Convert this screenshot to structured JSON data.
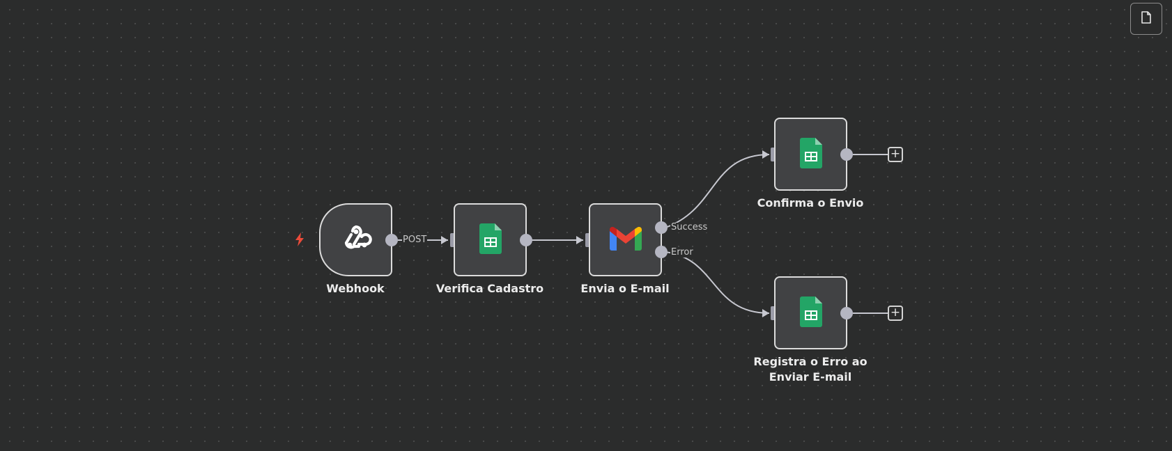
{
  "toolbar": {
    "icon": "sticky-note-icon"
  },
  "nodes": [
    {
      "id": "webhook",
      "label": "Webhook",
      "icon": "webhook-icon"
    },
    {
      "id": "verifica",
      "label": "Verifica Cadastro",
      "icon": "google-sheets-icon"
    },
    {
      "id": "envia",
      "label": "Envia o E-mail",
      "icon": "gmail-icon"
    },
    {
      "id": "confirma",
      "label": "Confirma o Envio",
      "icon": "google-sheets-icon"
    },
    {
      "id": "registra",
      "label": "Registra o Erro ao Enviar E-mail",
      "icon": "google-sheets-icon"
    }
  ],
  "edges": {
    "webhook_output_label": "POST",
    "success_label": "Success",
    "error_label": "Error"
  },
  "add_button_label": "+",
  "colors": {
    "canvas_bg": "#2b2c2c",
    "node_bg": "#414244",
    "node_border": "#dcdcdc",
    "sheets_green": "#23a566",
    "trigger_bolt": "#ea4b3a",
    "connection": "#c7c8d0"
  }
}
